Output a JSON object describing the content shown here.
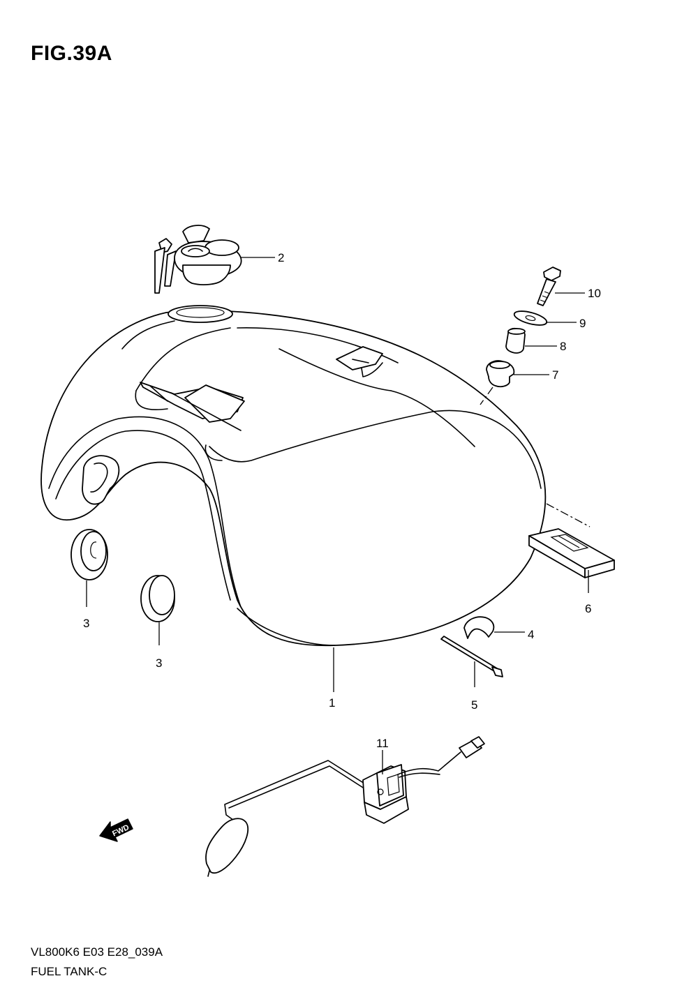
{
  "figure": {
    "title": "FIG.39A",
    "code": "VL800K6 E03 E28_039A",
    "name": "FUEL TANK-C",
    "fwd_label": "FWD"
  },
  "callouts": [
    "1",
    "2",
    "3",
    "3",
    "4",
    "5",
    "6",
    "7",
    "8",
    "9",
    "10",
    "11"
  ]
}
